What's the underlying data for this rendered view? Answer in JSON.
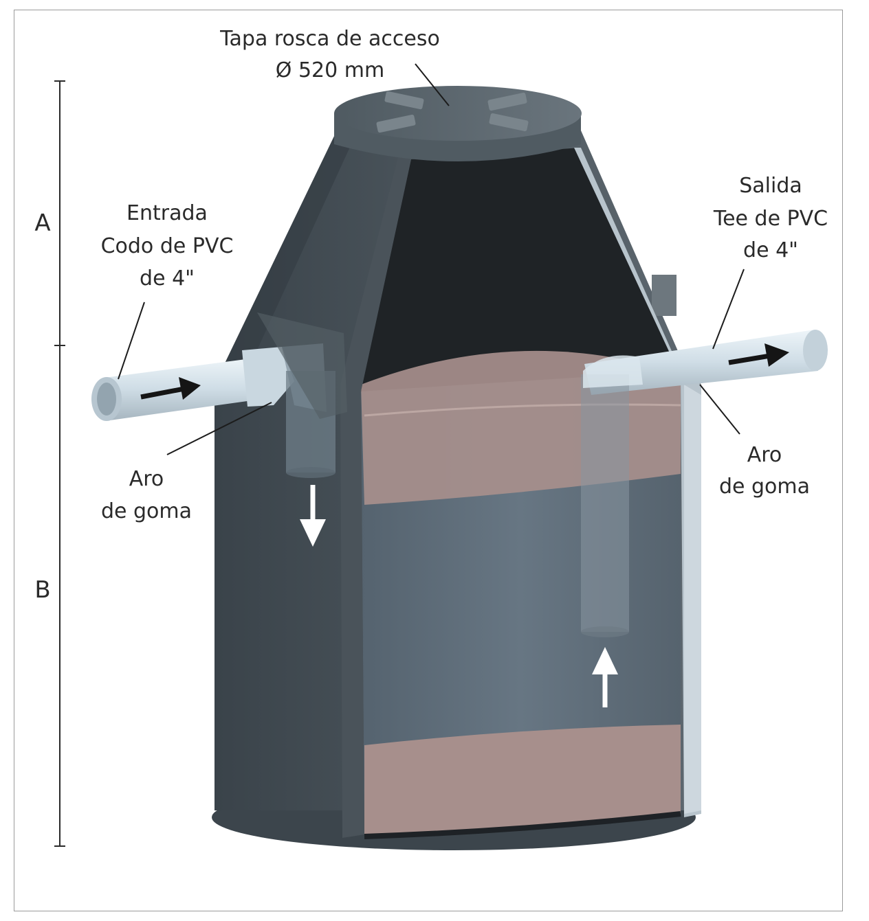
{
  "colors": {
    "tank_dark": "#3e474e",
    "tank_mid": "#59636b",
    "tank_light": "#6f7a82",
    "interior_dark": "#1f2326",
    "sludge": "#a78f8c",
    "liquid": "#5f6e7a",
    "pipe": "#d5e2ea",
    "pipe_shadow": "#a9b8c2",
    "wall_edge": "#b8c4cc",
    "text": "#2a2a2a"
  },
  "labels": {
    "lid": {
      "line1": "Tapa rosca de acceso",
      "line2": "Ø 520 mm"
    },
    "inlet": {
      "line1": "Entrada",
      "line2": "Codo de PVC",
      "line3": "de 4\""
    },
    "outlet": {
      "line1": "Salida",
      "line2": "Tee de PVC",
      "line3": "de 4\""
    },
    "seal_left": {
      "line1": "Aro",
      "line2": "de goma"
    },
    "seal_right": {
      "line1": "Aro",
      "line2": "de goma"
    }
  },
  "dimensions": {
    "upper": {
      "label": "A"
    },
    "lower": {
      "label": "B"
    }
  },
  "flow_arrows": {
    "inlet": "arrow-right-icon",
    "down": "arrow-down-icon",
    "up": "arrow-up-icon",
    "outlet": "arrow-right-icon"
  }
}
